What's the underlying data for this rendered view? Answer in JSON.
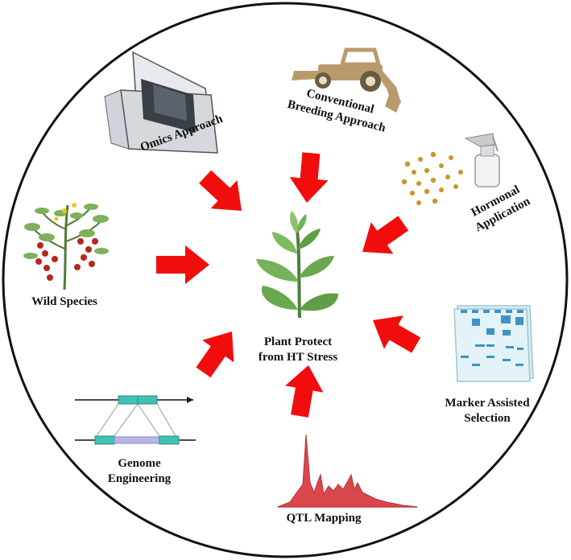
{
  "center": {
    "line1": "Plant Protect",
    "line2": "from HT Stress"
  },
  "approaches": {
    "omics": {
      "label": "Omics Approach"
    },
    "conventional": {
      "line1": "Conventional",
      "line2": "Breeding Approach"
    },
    "hormonal": {
      "line1": "Hormonal",
      "line2": "Application"
    },
    "wild": {
      "label": "Wild Species"
    },
    "marker": {
      "line1": "Marker Assisted",
      "line2": "Selection"
    },
    "genome": {
      "line1": "Genome",
      "line2": "Engineering"
    },
    "qtl": {
      "label": "QTL Mapping"
    }
  },
  "colors": {
    "arrow": "#f20d0d",
    "circle": "#111111",
    "leaf": "#6aa84f",
    "tractor": "#b99b6b",
    "peak": "#d9474c",
    "gene_box": "#3fc1b3"
  },
  "icons": {
    "center": "plant-icon",
    "omics": "sequencer-icon",
    "conventional": "backhoe-tractor-icon",
    "hormonal": "spray-bottle-icon",
    "wild": "tomato-plant-icon",
    "marker": "gel-plate-icon",
    "genome": "gene-construct-icon",
    "qtl": "qtl-peaks-icon"
  }
}
